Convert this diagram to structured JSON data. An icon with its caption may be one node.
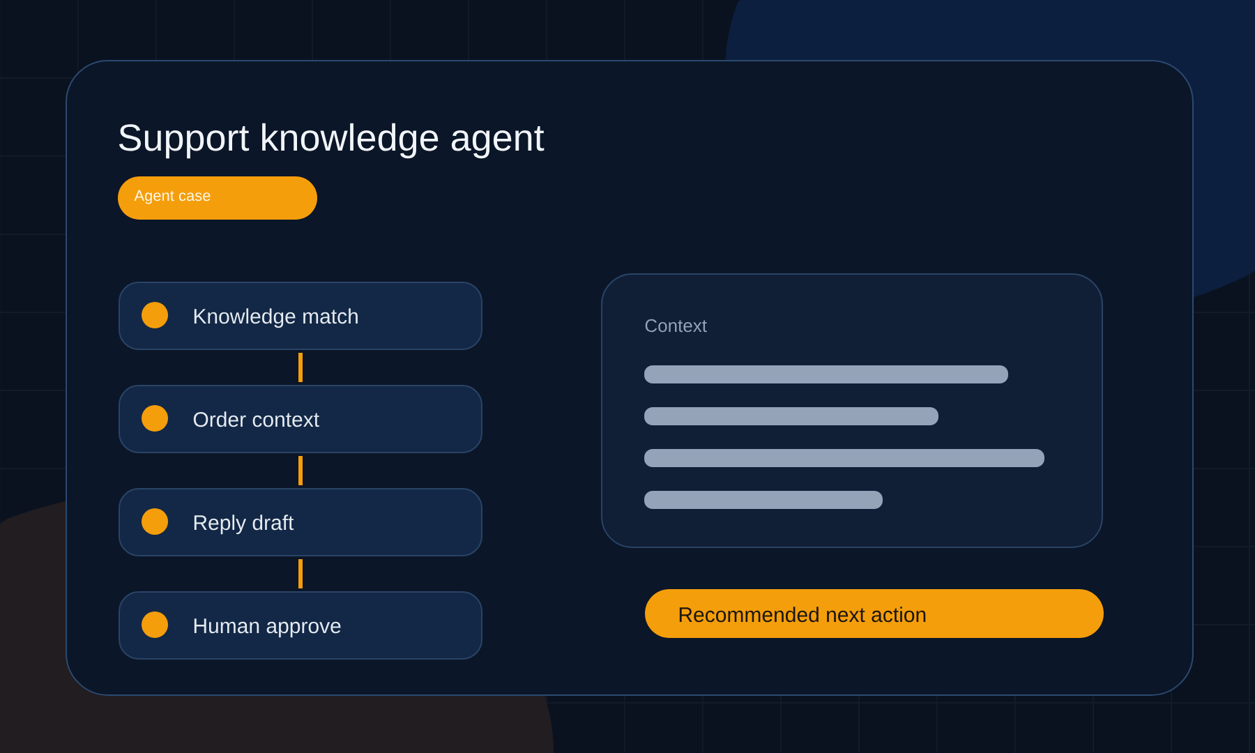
{
  "diagram": {
    "nodes": [
      {
        "text": [
          "Support knowledge agent"
        ]
      },
      {
        "text": [
          "Agent case"
        ],
        "in": 0
      },
      {
        "text": [
          "Knowledge match"
        ],
        "in": 0
      },
      {
        "text": [
          "Order context"
        ],
        "in": 0
      },
      {
        "text": [
          "Reply draft"
        ],
        "in": 0
      },
      {
        "text": [
          "Human approve"
        ],
        "in": 0
      },
      {
        "text": [
          "Context"
        ],
        "in": 0
      },
      {
        "text": [
          "Recommended next action"
        ],
        "in": 0
      }
    ],
    "edges": [
      {
        "from": 2,
        "to": 3,
        "arrow": "none"
      },
      {
        "from": 3,
        "to": 4,
        "arrow": "none"
      },
      {
        "from": 4,
        "to": 5,
        "arrow": "none"
      }
    ]
  }
}
